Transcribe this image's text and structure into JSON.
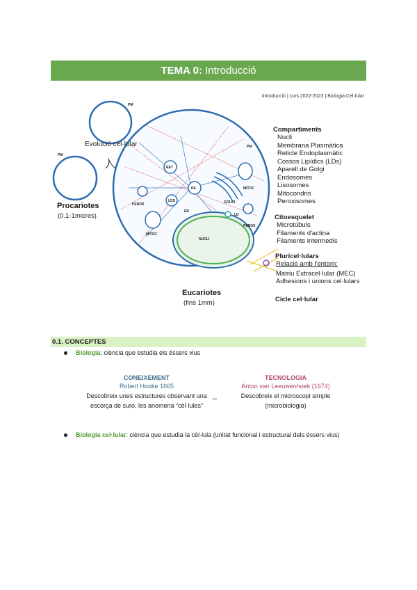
{
  "header": {
    "title_bold": "TEMA 0:",
    "title_rest": "Introducció",
    "note": "Introducció | curs 2022-2023 | Biologia Cel·lular"
  },
  "diagram": {
    "pm_label_top": "PM",
    "pm_label_left": "PM",
    "pm_label_euk": "PM",
    "evolution_label": "Evolució cel·lular",
    "prokaryotes_title": "Procariotes",
    "prokaryotes_size": "(0.1-1micres)",
    "eukaryotes_title": "Eucariotes",
    "eukaryotes_size": "(fins 1mm)",
    "organelles": {
      "ret": "RET",
      "re": "RE",
      "lds": "LDS",
      "mitoc_right": "MITOC",
      "mitoc_left": "MITOC",
      "perox_left": "PEROX",
      "perox_right": "PEROX",
      "golgi": "GOLGI",
      "ld": "LD",
      "er": "ER",
      "nucli": "NUCLI"
    }
  },
  "lists": {
    "compartments_title": "Compartiments",
    "compartments": [
      "Nucli",
      "Membrana Plasmàtica",
      "Reticle Endoplasmàtic",
      "Cossos Lipídics (LDs)",
      "Aparell de Golgi",
      "Endosomes",
      "Lisosomes",
      "Mitocondris",
      "Peroxisomes"
    ],
    "cytoskeleton_title": "Citoesquelet",
    "cytoskeleton": [
      "Microtúbuls",
      "Filaments d'actina",
      "Filaments intermedis"
    ],
    "pluricellular_title": "Pluricel·lulars",
    "relation_title": "Relació amb l'entorn:",
    "pluricellular": [
      "Matriu Extracel·lular (MEC)",
      "Adhesions i unions cel·lulars"
    ],
    "cycle_title": "Cicle cel·lular"
  },
  "section": {
    "title": "0.1. CONCEPTES",
    "bullet1_term": "Biologia",
    "bullet1_rest": ": ciència que estudia els éssers vius",
    "left_head": "CONEIXEMENT",
    "left_sub": "Robert Hooke 1665",
    "left_text1": "Descobreix unes estructures observant una",
    "left_text2": "escorça de suro, les anomena “cèl·lules”",
    "arrow": "↔",
    "right_head": "TECNOLOGIA",
    "right_sub": "Anton van Leeuwenhoek (1674)",
    "right_text1": "Descobreix el microscopi simple",
    "right_text2": "(microbiologia)",
    "bullet2_term": "Biologia cel·lular",
    "bullet2_rest": ": ciència que estudia la cèl·lula (unitat funcional i estructural dels éssers vius)"
  },
  "colors": {
    "title_bar": "#6aa84f",
    "section_bar": "#d9f2c4",
    "green_term": "#4e9a2f",
    "knowledge": "#3d6e8f",
    "technology": "#b2456e"
  }
}
